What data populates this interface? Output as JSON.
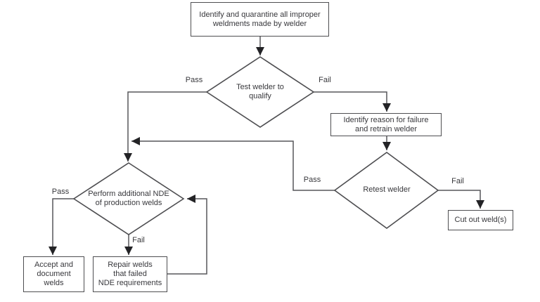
{
  "flowchart": {
    "nodes": {
      "quarantine": {
        "label": "Identify and quarantine all improper\nweldments made by welder"
      },
      "test_welder": {
        "label": "Test welder to\nqualify"
      },
      "retrain": {
        "label": "Identify reason for failure\nand retrain welder"
      },
      "retest": {
        "label": "Retest welder"
      },
      "cut_out": {
        "label": "Cut out weld(s)"
      },
      "nde": {
        "label": "Perform additional NDE\nof production welds"
      },
      "accept": {
        "label": "Accept and\ndocument\nwelds"
      },
      "repair": {
        "label": "Repair welds\nthat failed\nNDE requirements"
      }
    },
    "edge_labels": {
      "test_pass": "Pass",
      "test_fail": "Fail",
      "retest_pass": "Pass",
      "retest_fail": "Fail",
      "nde_pass": "Pass",
      "nde_fail": "Fail"
    },
    "colors": {
      "line": "#57575a",
      "node_border": "#4e4e51",
      "text": "#38383c",
      "arrowhead": "#232326",
      "background": "#ffffff"
    }
  }
}
